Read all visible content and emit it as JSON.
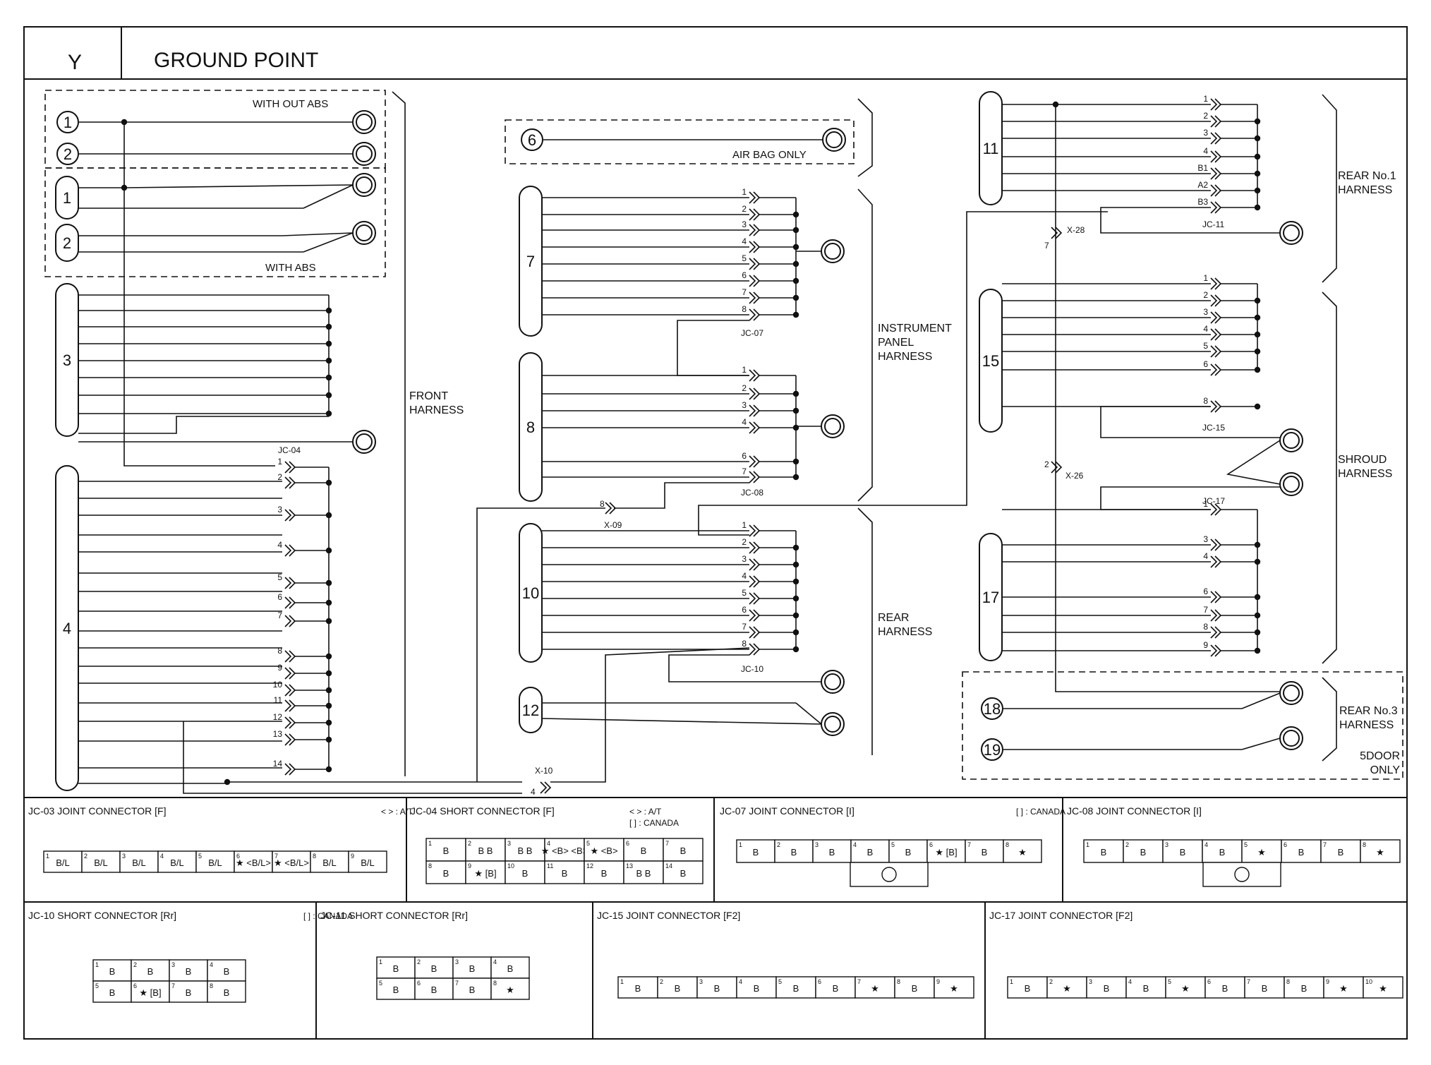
{
  "header": {
    "code": "Y",
    "title": "GROUND POINT"
  },
  "labels": {
    "without_abs": "WITH OUT ABS",
    "with_abs": "WITH ABS",
    "air_bag_only": "AIR BAG ONLY",
    "front_harness": [
      "FRONT",
      "HARNESS"
    ],
    "instrument_panel_harness": [
      "INSTRUMENT",
      "PANEL",
      "HARNESS"
    ],
    "rear_harness": [
      "REAR",
      "HARNESS"
    ],
    "rear_no1_harness": [
      "REAR No.1",
      "HARNESS"
    ],
    "shroud_harness": [
      "SHROUD",
      "HARNESS"
    ],
    "rear_no3_harness": [
      "REAR No.3",
      "HARNESS"
    ],
    "five_door_only": [
      "5DOOR",
      "ONLY"
    ]
  },
  "ground_points": [
    "1",
    "2",
    "1",
    "2",
    "3",
    "4",
    "6",
    "7",
    "8",
    "10",
    "12",
    "11",
    "15",
    "17",
    "18",
    "19"
  ],
  "junctions": {
    "jc04": "JC-04",
    "jc07": "JC-07",
    "jc08": "JC-08",
    "jc10": "JC-10",
    "jc11": "JC-11",
    "jc15": "JC-15",
    "jc17": "JC-17",
    "x09": "X-09",
    "x10": "X-10",
    "x26": "X-26",
    "x28": "X-28",
    "x09_pin": "8",
    "x10_pin": "4",
    "x26_pin": "2",
    "x28_pin": "7"
  },
  "pin_labels": {
    "jc04": [
      "1",
      "2",
      "3",
      "4",
      "5",
      "6",
      "7",
      "8",
      "9",
      "10",
      "11",
      "12",
      "13",
      "14"
    ],
    "jc07": [
      "1",
      "2",
      "3",
      "4",
      "5",
      "6",
      "7",
      "8"
    ],
    "jc08": [
      "1",
      "2",
      "3",
      "4",
      "6",
      "7"
    ],
    "jc10": [
      "1",
      "2",
      "3",
      "4",
      "5",
      "6",
      "7",
      "8"
    ],
    "jc11": [
      "1",
      "2",
      "3",
      "4",
      "B1",
      "A2",
      "B3"
    ],
    "jc15": [
      "1",
      "2",
      "3",
      "4",
      "5",
      "6",
      "8"
    ],
    "jc17": [
      "1",
      "3",
      "4",
      "6",
      "7",
      "8",
      "9"
    ]
  },
  "connectors": [
    {
      "title": "JC-03 JOINT CONNECTOR [F]",
      "note": "< > : A/T",
      "rows": [
        [
          [
            "1",
            "B/L"
          ],
          [
            "2",
            "B/L"
          ],
          [
            "3",
            "B/L"
          ],
          [
            "4",
            "B/L"
          ],
          [
            "5",
            "B/L"
          ],
          [
            "6",
            "★ <B/L>"
          ],
          [
            "7",
            "★ <B/L>"
          ],
          [
            "8",
            "B/L"
          ],
          [
            "9",
            "B/L"
          ]
        ]
      ]
    },
    {
      "title": "JC-04 SHORT CONNECTOR [F]",
      "note": "< > : A/T",
      "note2": "[ ] : CANADA",
      "rows": [
        [
          [
            "1",
            "B"
          ],
          [
            "2",
            "B B"
          ],
          [
            "3",
            "B B"
          ],
          [
            "4",
            "★ <B> <B>"
          ],
          [
            "5",
            "★ <B>"
          ],
          [
            "6",
            "B"
          ],
          [
            "7",
            "B"
          ]
        ],
        [
          [
            "8",
            "B"
          ],
          [
            "9",
            "★ [B]"
          ],
          [
            "10",
            "B"
          ],
          [
            "11",
            "B"
          ],
          [
            "12",
            "B"
          ],
          [
            "13",
            "B B"
          ],
          [
            "14",
            "B"
          ]
        ]
      ]
    },
    {
      "title": "JC-07 JOINT CONNECTOR [I]",
      "note": "[ ] : CANADA",
      "rows": [
        [
          [
            "1",
            "B"
          ],
          [
            "2",
            "B"
          ],
          [
            "3",
            "B"
          ],
          [
            "4",
            "B"
          ],
          [
            "5",
            "B"
          ],
          [
            "6",
            "★ [B]"
          ],
          [
            "7",
            "B"
          ],
          [
            "8",
            "★"
          ]
        ]
      ]
    },
    {
      "title": "JC-08 JOINT CONNECTOR [I]",
      "note": "",
      "rows": [
        [
          [
            "1",
            "B"
          ],
          [
            "2",
            "B"
          ],
          [
            "3",
            "B"
          ],
          [
            "4",
            "B"
          ],
          [
            "5",
            "★"
          ],
          [
            "6",
            "B"
          ],
          [
            "7",
            "B"
          ],
          [
            "8",
            "★"
          ]
        ]
      ]
    },
    {
      "title": "JC-10 SHORT CONNECTOR [Rr]",
      "note": "[ ] : CANADA",
      "rows": [
        [
          [
            "1",
            "B"
          ],
          [
            "2",
            "B"
          ],
          [
            "3",
            "B"
          ],
          [
            "4",
            "B"
          ]
        ],
        [
          [
            "5",
            "B"
          ],
          [
            "6",
            "★ [B]"
          ],
          [
            "7",
            "B"
          ],
          [
            "8",
            "B"
          ]
        ]
      ]
    },
    {
      "title": "JC-11 SHORT CONNECTOR [Rr]",
      "note": "",
      "rows": [
        [
          [
            "1",
            "B"
          ],
          [
            "2",
            "B"
          ],
          [
            "3",
            "B"
          ],
          [
            "4",
            "B"
          ]
        ],
        [
          [
            "5",
            "B"
          ],
          [
            "6",
            "B"
          ],
          [
            "7",
            "B"
          ],
          [
            "8",
            "★"
          ]
        ]
      ]
    },
    {
      "title": "JC-15 JOINT CONNECTOR [F2]",
      "note": "",
      "rows": [
        [
          [
            "1",
            "B"
          ],
          [
            "2",
            "B"
          ],
          [
            "3",
            "B"
          ],
          [
            "4",
            "B"
          ],
          [
            "5",
            "B"
          ],
          [
            "6",
            "B"
          ],
          [
            "7",
            "★"
          ],
          [
            "8",
            "B"
          ],
          [
            "9",
            "★"
          ]
        ]
      ]
    },
    {
      "title": "JC-17 JOINT CONNECTOR [F2]",
      "note": "",
      "rows": [
        [
          [
            "1",
            "B"
          ],
          [
            "2",
            "★"
          ],
          [
            "3",
            "B"
          ],
          [
            "4",
            "B"
          ],
          [
            "5",
            "★"
          ],
          [
            "6",
            "B"
          ],
          [
            "7",
            "B"
          ],
          [
            "8",
            "B"
          ],
          [
            "9",
            "★"
          ],
          [
            "10",
            "★"
          ]
        ]
      ]
    }
  ]
}
